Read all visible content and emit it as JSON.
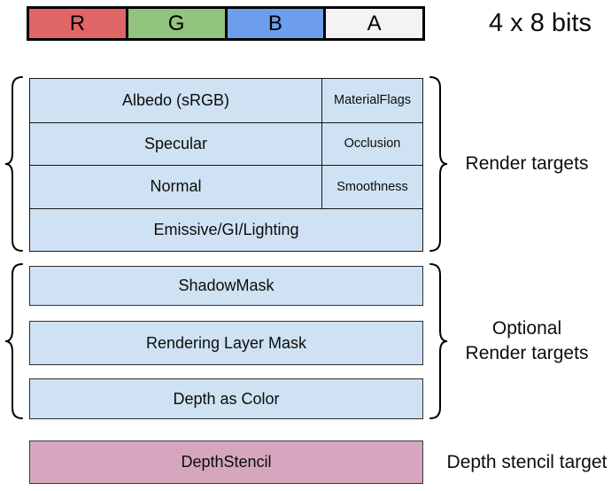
{
  "top_bar": {
    "caption": "4 x 8 bits",
    "cells": [
      {
        "label": "R",
        "color": "#E06666"
      },
      {
        "label": "G",
        "color": "#93C47D"
      },
      {
        "label": "B",
        "color": "#6D9EEB"
      },
      {
        "label": "A",
        "color": "#F3F3F3"
      }
    ]
  },
  "render_targets": {
    "label": "Render targets",
    "fill_color": "#CFE2F3",
    "rows": [
      {
        "main": "Albedo (sRGB)",
        "sub": "MaterialFlags"
      },
      {
        "main": "Specular",
        "sub": "Occlusion"
      },
      {
        "main": "Normal",
        "sub": "Smoothness"
      },
      {
        "main": "Emissive/GI/Lighting",
        "sub": ""
      }
    ]
  },
  "optional_render_targets": {
    "label_line1": "Optional",
    "label_line2": "Render targets",
    "fill_color": "#CFE2F3",
    "boxes": [
      "ShadowMask",
      "Rendering Layer Mask",
      "Depth as Color"
    ]
  },
  "depth_stencil": {
    "box_label": "DepthStencil",
    "label": "Depth stencil target",
    "fill_color": "#D5A6BD"
  }
}
